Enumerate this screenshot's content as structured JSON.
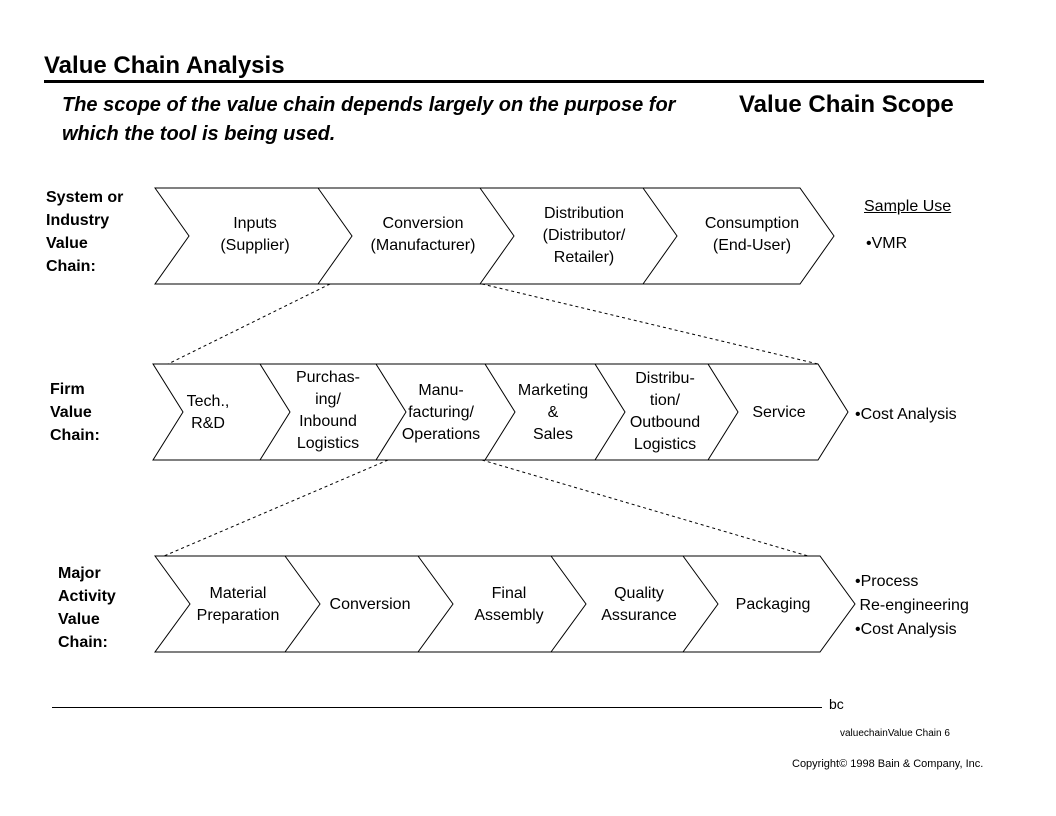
{
  "header": {
    "title": "Value Chain Analysis",
    "subtitle": "The scope of the value chain depends largely on the purpose for which the tool is being used.",
    "scope_title": "Value Chain Scope"
  },
  "rows": [
    {
      "label": "System or\nIndustry\nValue\nChain:",
      "segments": [
        {
          "text": "Inputs\n(Supplier)"
        },
        {
          "text": "Conversion\n(Manufacturer)"
        },
        {
          "text": "Distribution\n(Distributor/\nRetailer)"
        },
        {
          "text": "Consumption\n(End-User)"
        }
      ],
      "sample_heading": "Sample Use",
      "sample_use": "•VMR"
    },
    {
      "label": "Firm\nValue\nChain:",
      "segments": [
        {
          "text": "Tech.,\nR&D"
        },
        {
          "text": "Purchas-\ning/\nInbound\nLogistics"
        },
        {
          "text": "Manu-\nfacturing/\nOperations"
        },
        {
          "text": "Marketing\n&\nSales"
        },
        {
          "text": "Distribu-\ntion/\nOutbound\nLogistics"
        },
        {
          "text": "Service"
        }
      ],
      "sample_use": "•Cost Analysis"
    },
    {
      "label": "Major\nActivity\nValue\nChain:",
      "segments": [
        {
          "text": "Material\nPreparation"
        },
        {
          "text": "Conversion"
        },
        {
          "text": "Final\nAssembly"
        },
        {
          "text": "Quality\nAssurance"
        },
        {
          "text": "Packaging"
        }
      ],
      "sample_use": "•Process\n Re-engineering\n•Cost Analysis"
    }
  ],
  "footer": {
    "mark": "bc",
    "file_label": "valuechainValue Chain  6",
    "copyright": "Copyright© 1998 Bain & Company, Inc."
  }
}
